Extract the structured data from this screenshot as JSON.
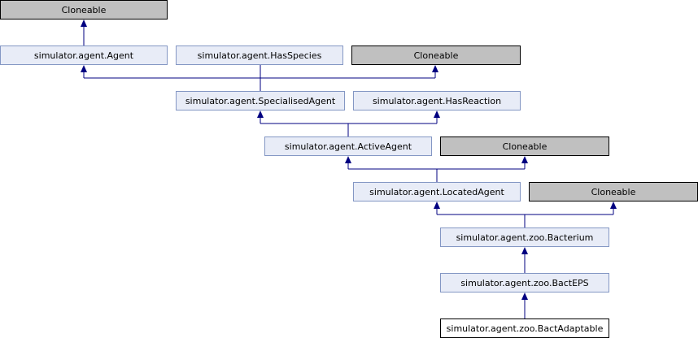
{
  "diagram": {
    "edge_color": "#000080",
    "nodes": {
      "cloneable_top": "Cloneable",
      "agent": "simulator.agent.Agent",
      "has_species": "simulator.agent.HasSpecies",
      "cloneable_2": "Cloneable",
      "specialised_agent": "simulator.agent.SpecialisedAgent",
      "has_reaction": "simulator.agent.HasReaction",
      "active_agent": "simulator.agent.ActiveAgent",
      "cloneable_3": "Cloneable",
      "located_agent": "simulator.agent.LocatedAgent",
      "cloneable_4": "Cloneable",
      "bacterium": "simulator.agent.zoo.Bacterium",
      "bact_eps": "simulator.agent.zoo.BactEPS",
      "bact_adaptable": "simulator.agent.zoo.BactAdaptable"
    }
  }
}
